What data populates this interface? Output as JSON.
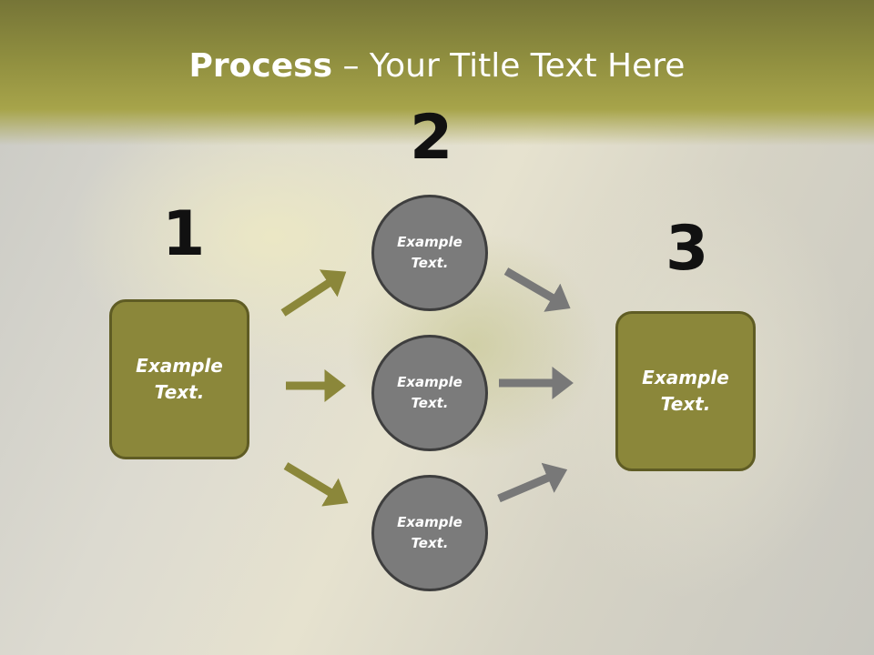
{
  "slide": {
    "title_bold": "Process",
    "title_rest": " – Your Title Text Here"
  },
  "steps": [
    {
      "number": "1",
      "label": "Example\nText."
    },
    {
      "number": "2",
      "label": "Example\nText."
    },
    {
      "number": "3",
      "label": "Example\nText."
    }
  ],
  "circles": [
    {
      "label": "Example\nText."
    },
    {
      "label": "Example\nText."
    },
    {
      "label": "Example\nText."
    }
  ],
  "colors": {
    "olive": "#8b873a",
    "gray": "#7b7b7b"
  }
}
